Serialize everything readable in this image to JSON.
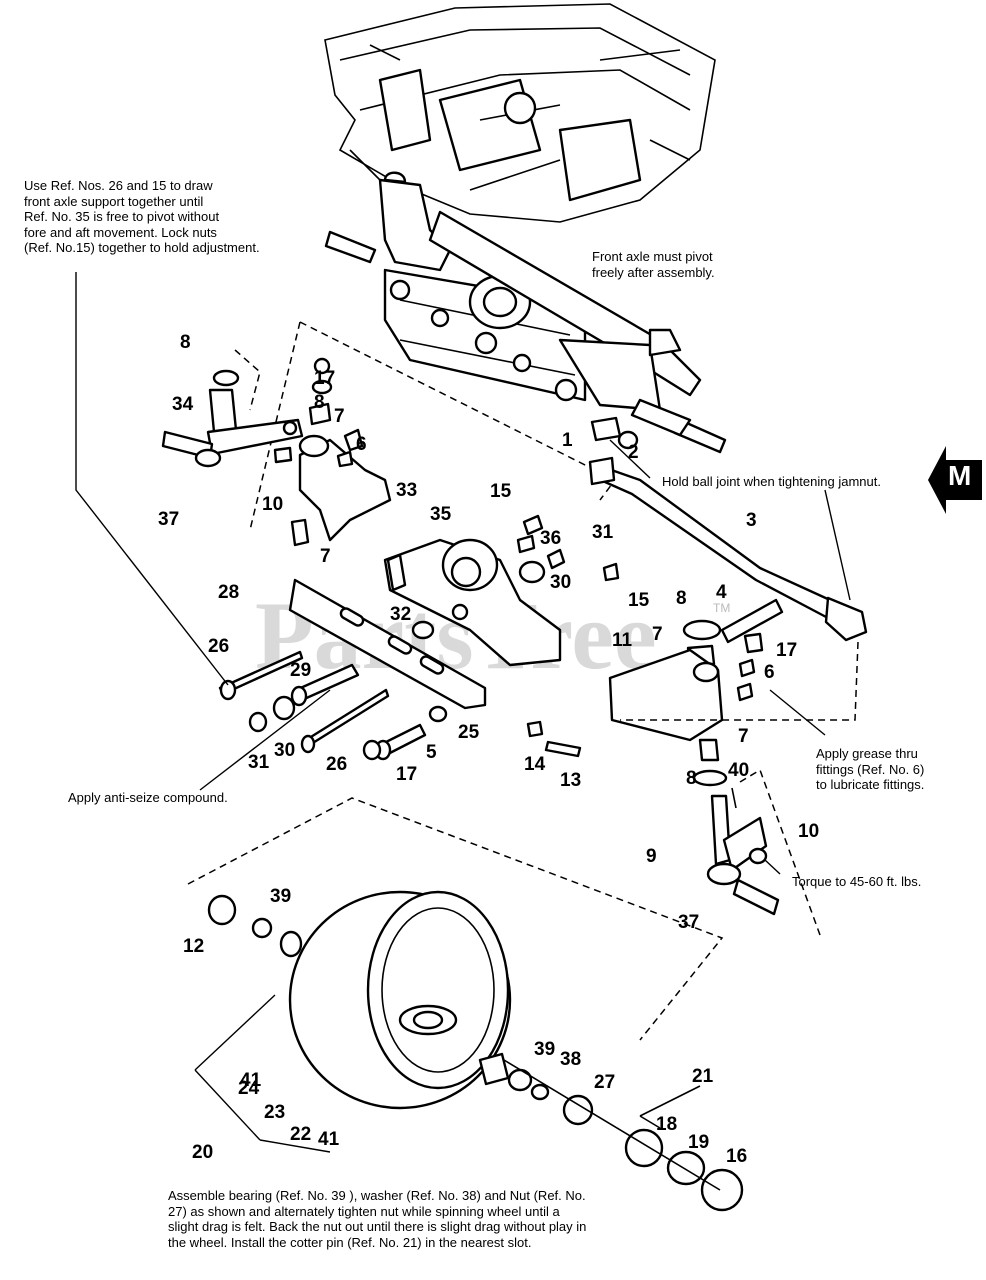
{
  "watermark": "PartsTree",
  "watermark_mark": "TM",
  "section_tag": "M",
  "notes": {
    "axle_support": "Use Ref. Nos. 26 and 15 to draw\nfront axle support together until\nRef. No. 35 is free to pivot without\nfore and aft movement.  Lock nuts\n(Ref. No.15) together to hold adjustment.",
    "front_axle_pivot": "Front axle must pivot\nfreely after assembly.",
    "ball_joint": "Hold ball joint when tightening jamnut.",
    "grease": "Apply grease thru\nfittings (Ref. No. 6)\nto lubricate fittings.",
    "torque": "Torque to 45-60 ft. lbs.",
    "anti_seize": "Apply anti-seize compound.",
    "bearing": "Assemble bearing (Ref. No. 39 ), washer (Ref. No. 38) and Nut (Ref. No.\n27)  as shown and alternately tighten nut while spinning wheel until a\nslight drag is felt.  Back the nut out until there is slight drag without play in\nthe wheel.  Install the cotter pin (Ref. No. 21) in the nearest slot."
  },
  "callouts": [
    "8",
    "17",
    "8",
    "7",
    "6",
    "33",
    "34",
    "10",
    "37",
    "7",
    "15",
    "35",
    "36",
    "31",
    "30",
    "15",
    "28",
    "32",
    "26",
    "29",
    "31",
    "30",
    "26",
    "17",
    "5",
    "25",
    "14",
    "13",
    "1",
    "2",
    "3",
    "4",
    "8",
    "7",
    "17",
    "11",
    "6",
    "7",
    "8",
    "40",
    "10",
    "9",
    "37",
    "12",
    "39",
    "41",
    "24",
    "23",
    "22",
    "41",
    "39",
    "38",
    "27",
    "21",
    "18",
    "19",
    "16",
    "20"
  ]
}
